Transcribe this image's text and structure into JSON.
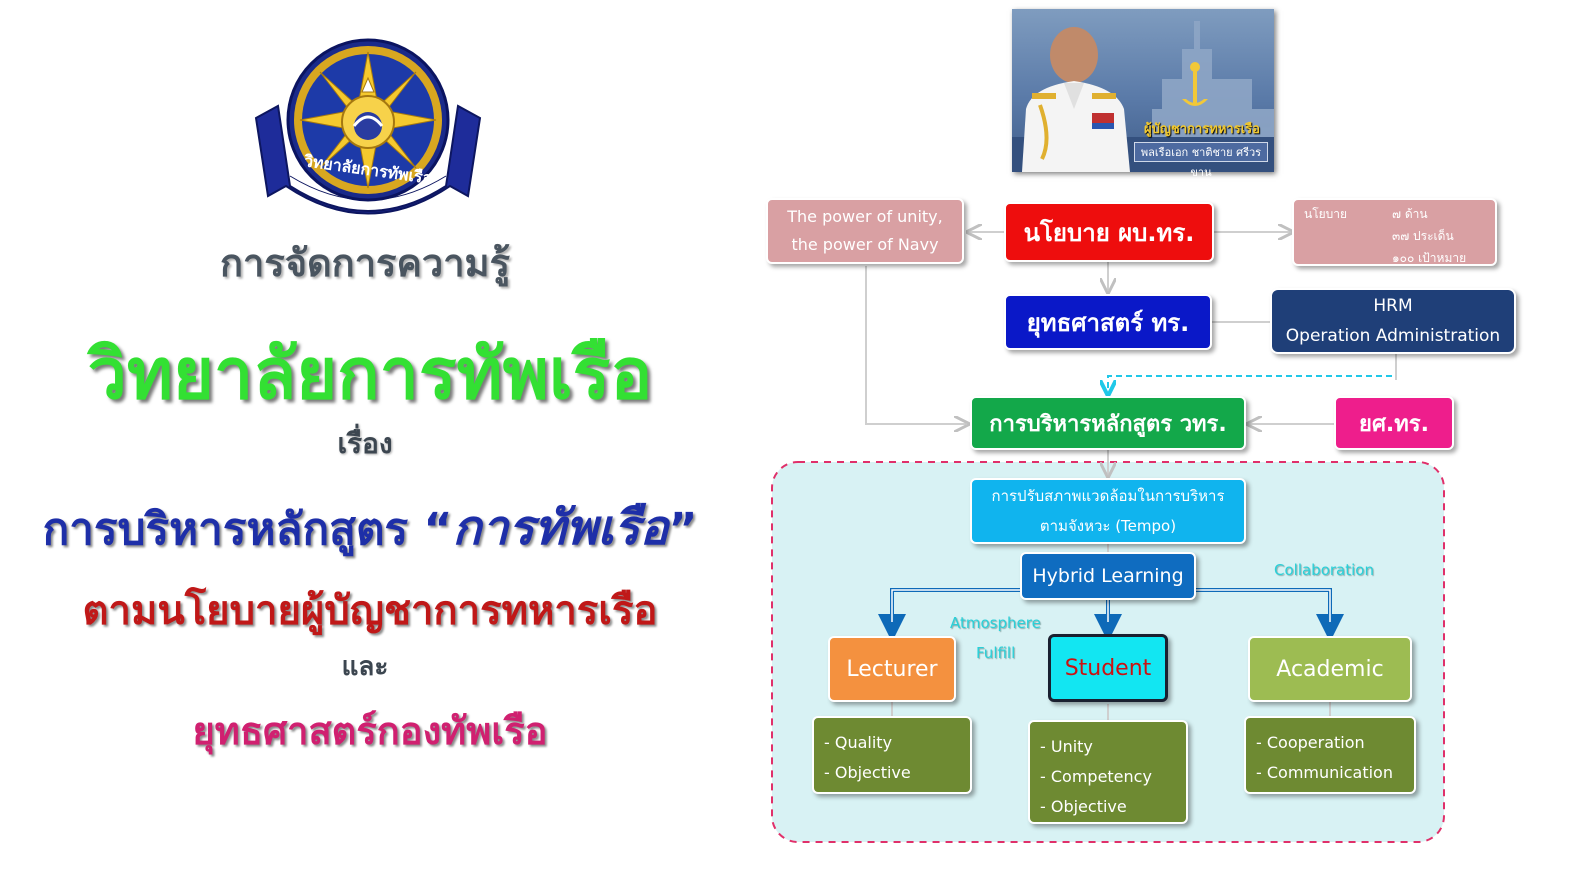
{
  "left": {
    "logo_text": "วิทยาลัยการทัพเรือ",
    "heading_km": "การจัดการความรู้",
    "college": "วิทยาลัยการทัพเรือ",
    "subject_label": "เรื่อง",
    "course_prefix": "การบริหารหลักสูตร “",
    "course_italic": "การทัพเรือ",
    "course_suffix": "”",
    "policy": "ตามนโยบายผู้บัญชาการทหารเรือ",
    "and": "และ",
    "strategy": "ยุทธศาสตร์กองทัพเรือ"
  },
  "photo": {
    "caption_title": "ผู้บัญชาการทหารเรือ",
    "caption_name": "พลเรือเอก ชาติชาย ศรีวรขาน"
  },
  "diagram": {
    "unity_box": [
      "The power of unity,",
      "the power of Navy"
    ],
    "policy_box": "นโยบาย ผบ.ทร.",
    "policy_detail": {
      "label": "นโยบาย",
      "lines": [
        "๗ ด้าน",
        "๓๗ ประเด็น",
        "๑๐๐ เป้าหมาย"
      ]
    },
    "strategy_box": "ยุทธศาสตร์ ทร.",
    "hrm_box": [
      "HRM",
      "Operation Administration"
    ],
    "course_mgmt_box": "การบริหารหลักสูตร วทร.",
    "edu_box": "ยศ.ทร.",
    "tempo_box": [
      "การปรับสภาพแวดล้อมในการบริหาร",
      "ตามจังหวะ (Tempo)"
    ],
    "hybrid_box": "Hybrid Learning",
    "labels": {
      "collaboration": "Collaboration",
      "atmosphere": "Atmosphere",
      "fulfill": "Fulfill"
    },
    "lecturer": "Lecturer",
    "student": "Student",
    "academic": "Academic",
    "lecturer_items": [
      "- Quality",
      "- Objective"
    ],
    "student_items": [
      "- Unity",
      "- Competency",
      "- Objective"
    ],
    "academic_items": [
      "- Cooperation",
      "- Communication"
    ]
  },
  "colors": {
    "policy_red": "#ee0d0d",
    "strategy_blue": "#0a18c8",
    "hrm_navy": "#1f3f78",
    "course_green": "#13a84a",
    "edu_magenta": "#ee1e8c",
    "dashed_region_fill": "#d8f2f4",
    "dashed_region_border": "#e0306a"
  }
}
